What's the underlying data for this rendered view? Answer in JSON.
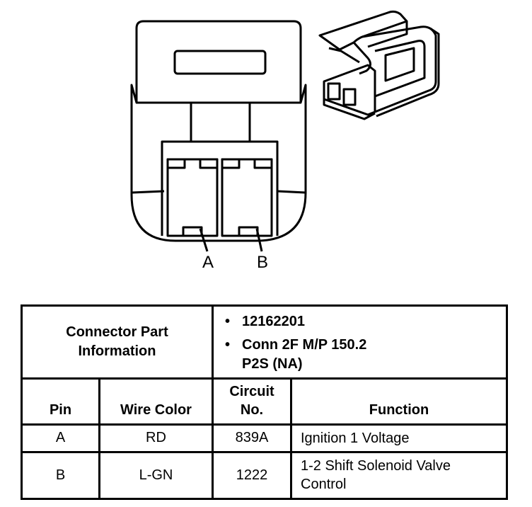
{
  "diagram": {
    "pin_labels": [
      "A",
      "B"
    ]
  },
  "table": {
    "part_info_label": "Connector Part Information",
    "part_info_lines": [
      "12162201",
      "Conn 2F M/P 150.2\nP2S (NA)"
    ],
    "bullet_char": "•",
    "columns": {
      "pin": "Pin",
      "wire_color": "Wire Color",
      "circuit_no": "Circuit No.",
      "function": "Function"
    },
    "rows": [
      {
        "pin": "A",
        "wire_color": "RD",
        "circuit": "839A",
        "function": "Ignition 1 Voltage"
      },
      {
        "pin": "B",
        "wire_color": "L-GN",
        "circuit": "1222",
        "function": "1-2 Shift Solenoid Valve Control"
      }
    ]
  }
}
